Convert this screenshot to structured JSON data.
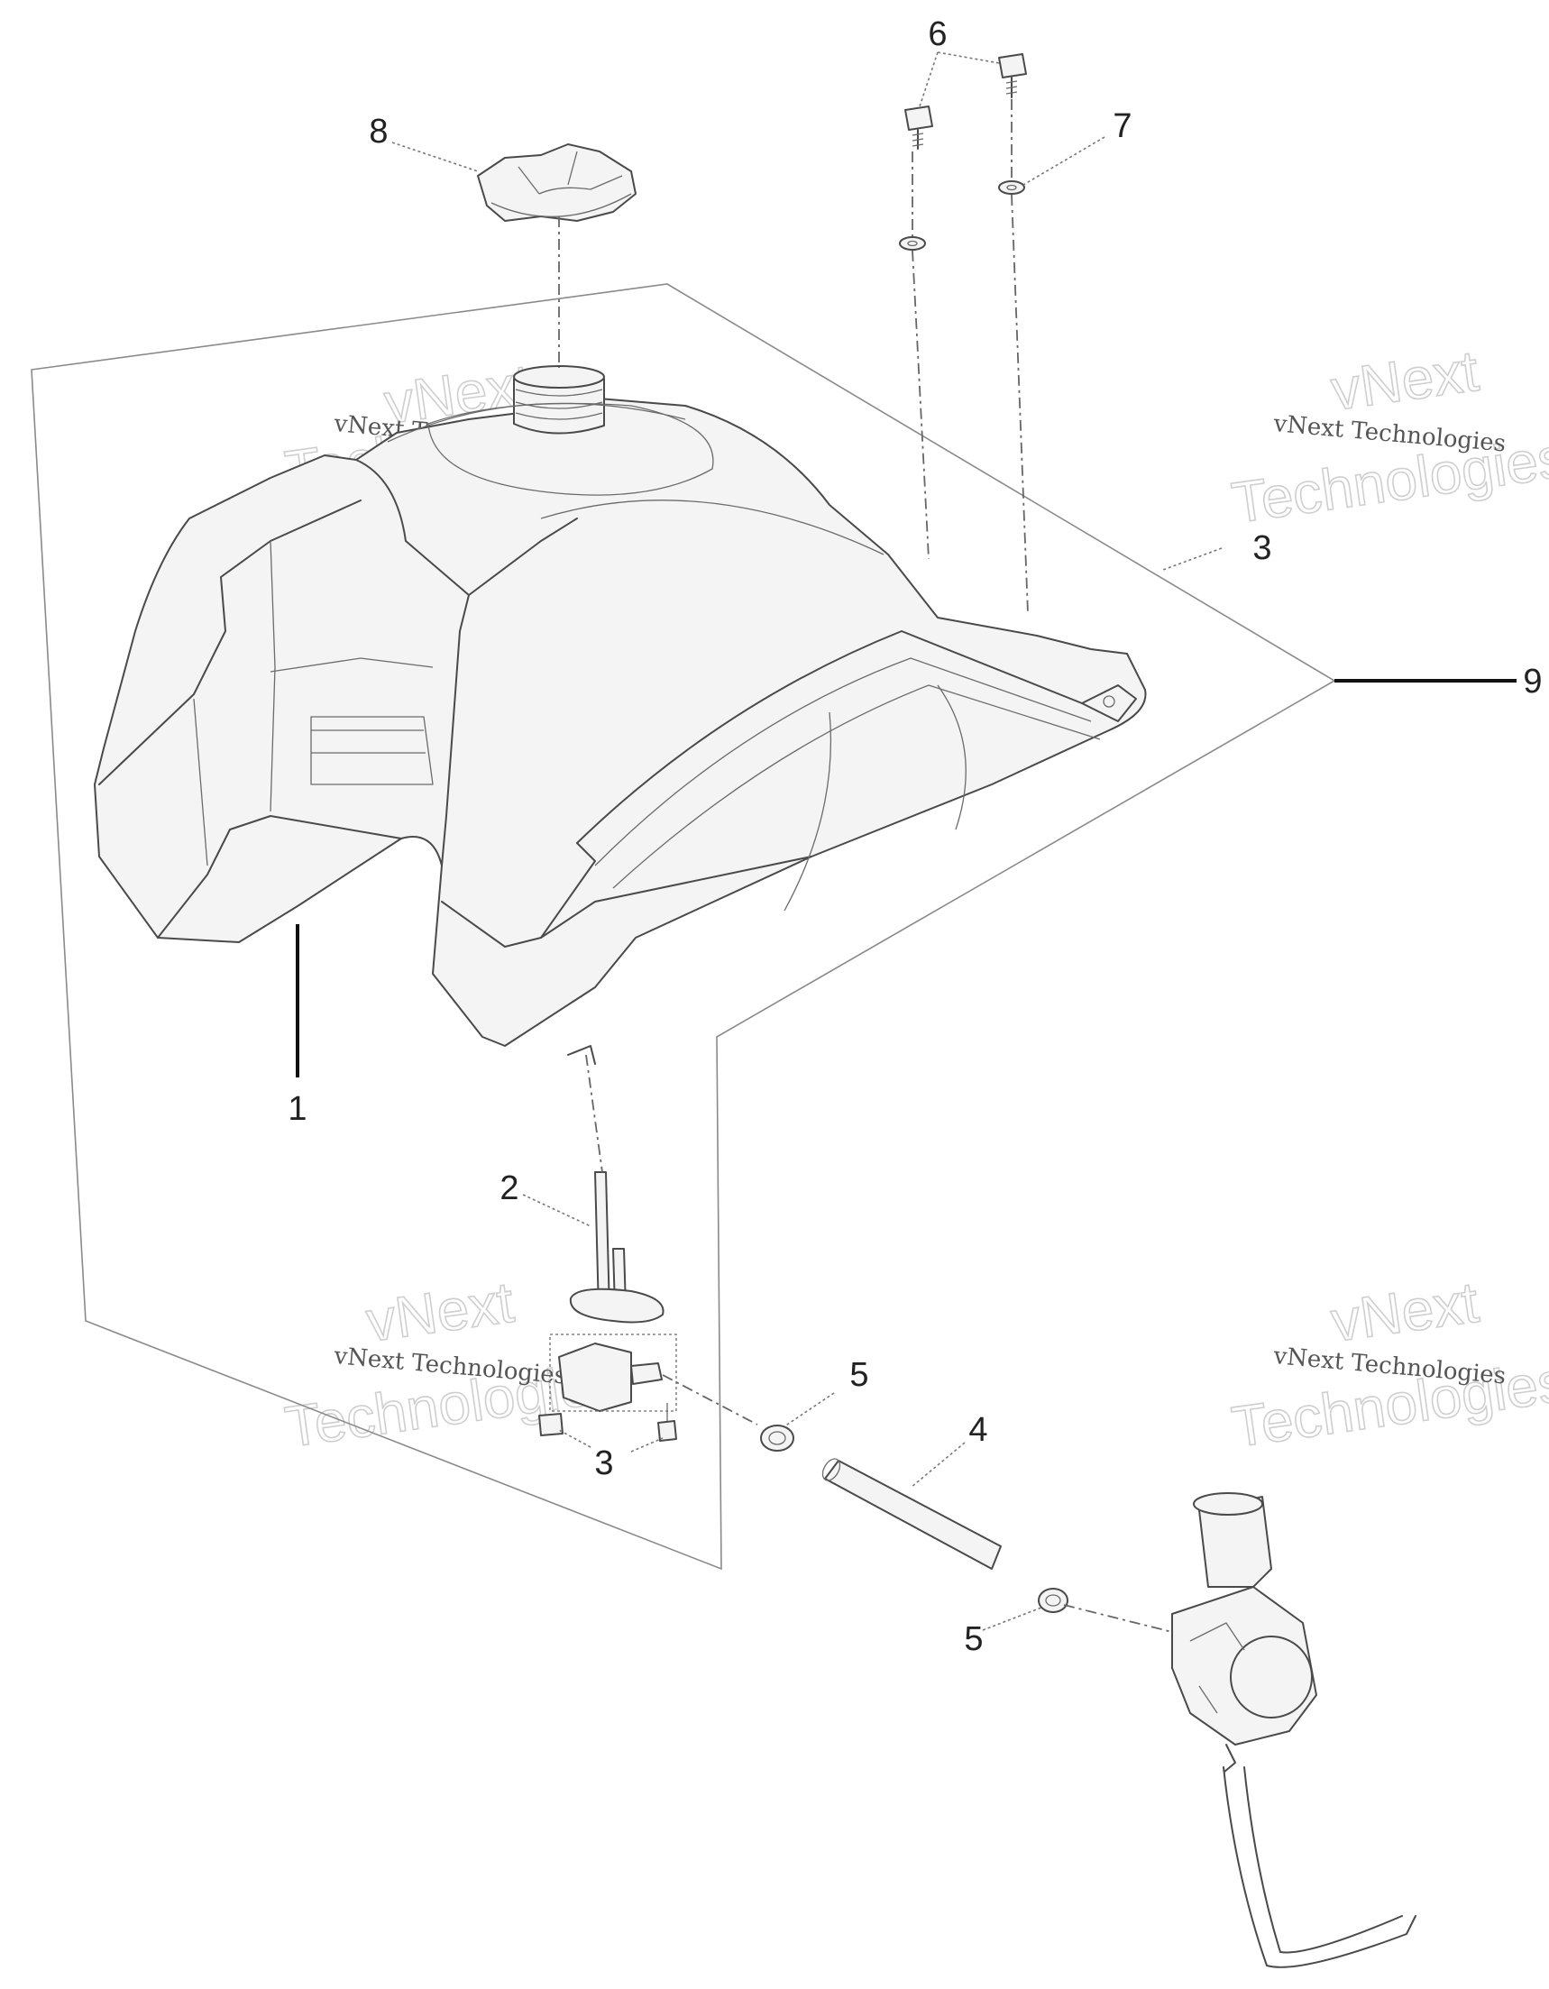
{
  "callouts": {
    "c1": "1",
    "c2": "2",
    "c3_top": "3",
    "c3_bottom": "3",
    "c4": "4",
    "c5_upper": "5",
    "c5_lower": "5",
    "c6": "6",
    "c7": "7",
    "c8": "8",
    "c9": "9"
  },
  "watermarks": {
    "top_left_line": "vNext Technologies",
    "top_left_big_1": "vNext",
    "top_left_big_2": "Technologies",
    "top_right_line": "vNext Technologies",
    "top_right_big_1": "vNext",
    "top_right_big_2": "Technologies",
    "bottom_left_line": "vNext Technologies",
    "bottom_left_big_1": "vNext",
    "bottom_left_big_2": "Technologies",
    "bottom_right_line": "vNext Technologies",
    "bottom_right_big_1": "vNext",
    "bottom_right_big_2": "Technologies"
  }
}
